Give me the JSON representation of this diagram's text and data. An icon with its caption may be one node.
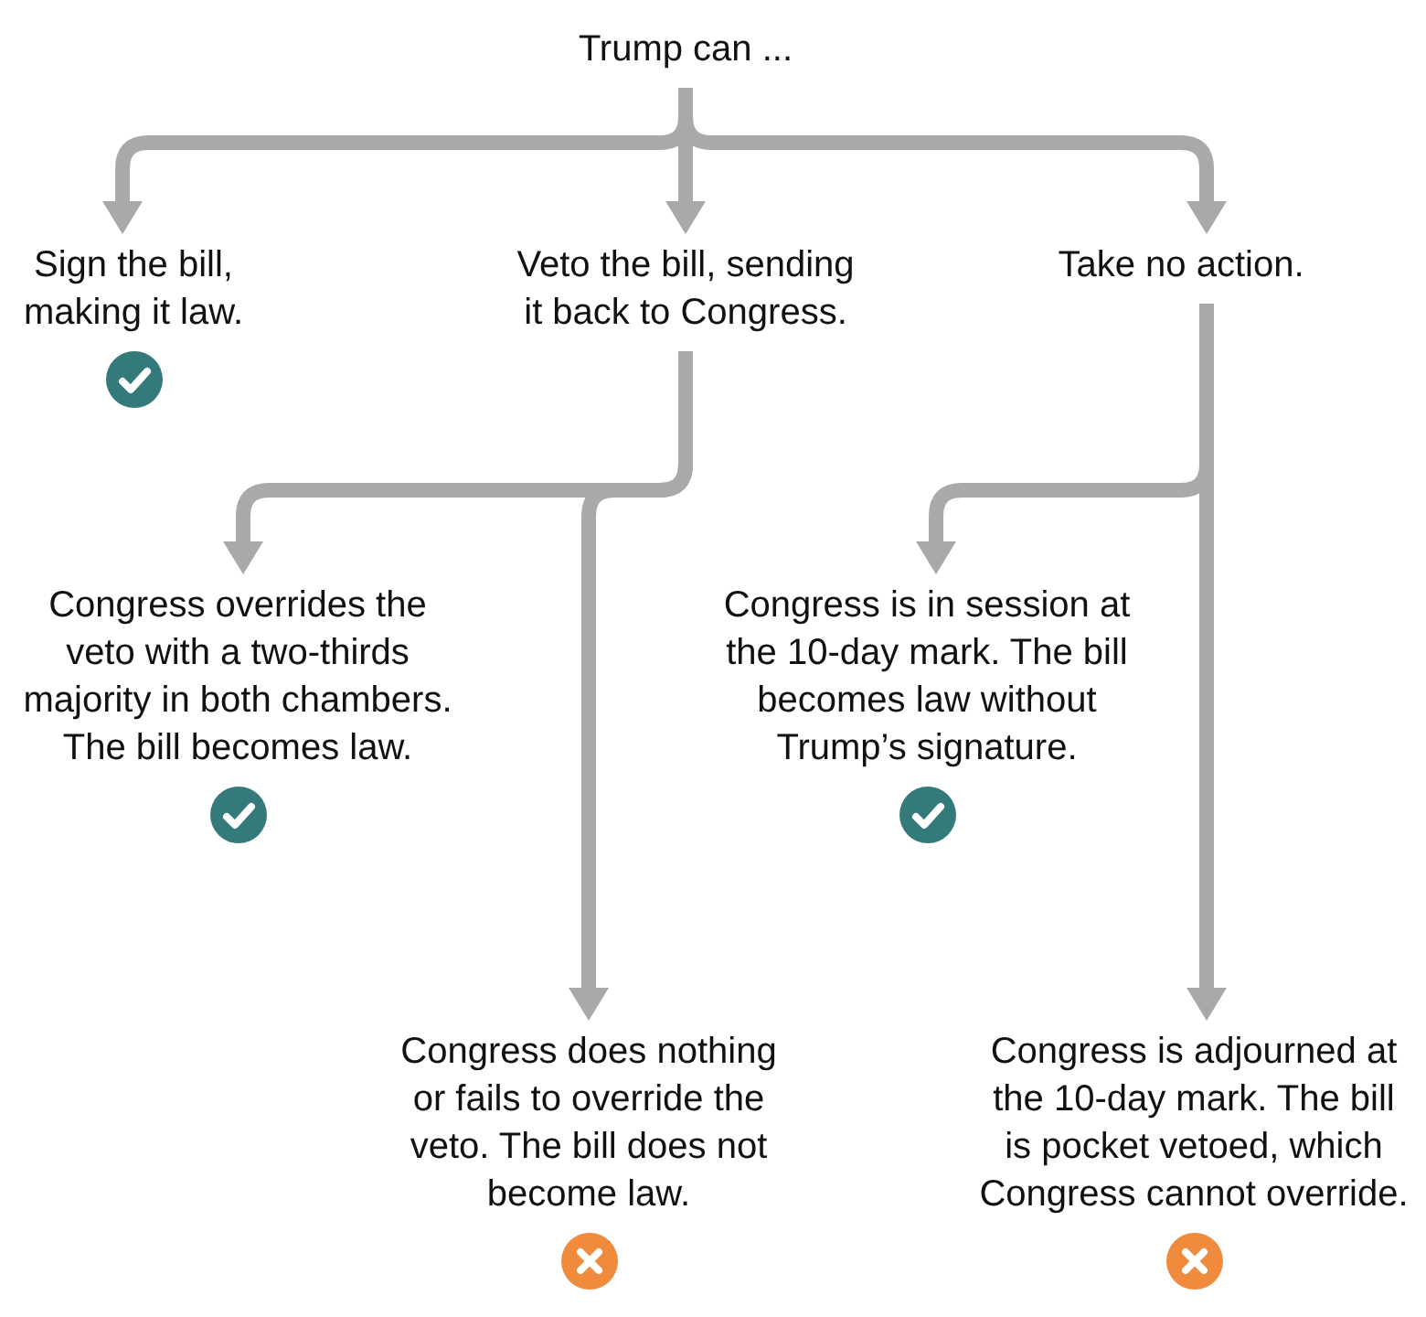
{
  "diagram": {
    "nodes": [
      {
        "text": [
          "Trump can ..."
        ]
      },
      {
        "text": [
          "Sign the bill, making it law."
        ]
      },
      {
        "text": [
          "Veto the bill, sending it back to Congress."
        ]
      },
      {
        "text": [
          "Take no action."
        ]
      },
      {
        "text": [
          "Congress overrides the veto with a two-thirds majority in both chambers. The bill becomes law."
        ]
      },
      {
        "text": [
          "Congress is in session at the 10-day mark. The bill becomes law without Trump’s signature."
        ]
      },
      {
        "text": [
          "Congress does nothing or fails to override the veto. The bill does not become law."
        ]
      },
      {
        "text": [
          "Congress is adjourned at the 10-day mark. The bill is pocket vetoed, which Congress cannot override."
        ]
      }
    ],
    "edges": [
      {
        "from": 0,
        "to": 1,
        "arrow": "to"
      },
      {
        "from": 0,
        "to": 2,
        "arrow": "to"
      },
      {
        "from": 0,
        "to": 3,
        "arrow": "to"
      },
      {
        "from": 2,
        "to": 4,
        "arrow": "to"
      },
      {
        "from": 2,
        "to": 6,
        "arrow": "to"
      },
      {
        "from": 3,
        "to": 5,
        "arrow": "to"
      },
      {
        "from": 3,
        "to": 7,
        "arrow": "to"
      }
    ]
  }
}
